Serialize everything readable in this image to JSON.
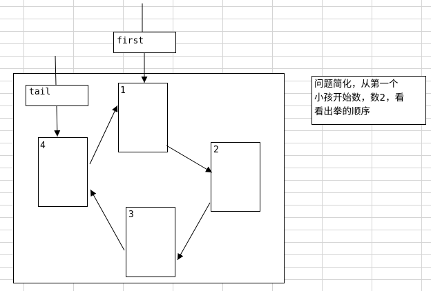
{
  "labels": {
    "first": "first",
    "tail": "tail"
  },
  "nodes": [
    {
      "id": "1",
      "label": "1"
    },
    {
      "id": "2",
      "label": "2"
    },
    {
      "id": "3",
      "label": "3"
    },
    {
      "id": "4",
      "label": "4"
    }
  ],
  "edges": [
    {
      "from": "1",
      "to": "2"
    },
    {
      "from": "2",
      "to": "3"
    },
    {
      "from": "3",
      "to": "4"
    },
    {
      "from": "4",
      "to": "1"
    }
  ],
  "pointers": [
    {
      "name": "first",
      "to": "1"
    },
    {
      "name": "tail",
      "to": "4"
    }
  ],
  "note": {
    "line1": "问题简化，从第一个",
    "line2": "小孩开始数，数2，看",
    "line3": "看出拳的顺序"
  }
}
